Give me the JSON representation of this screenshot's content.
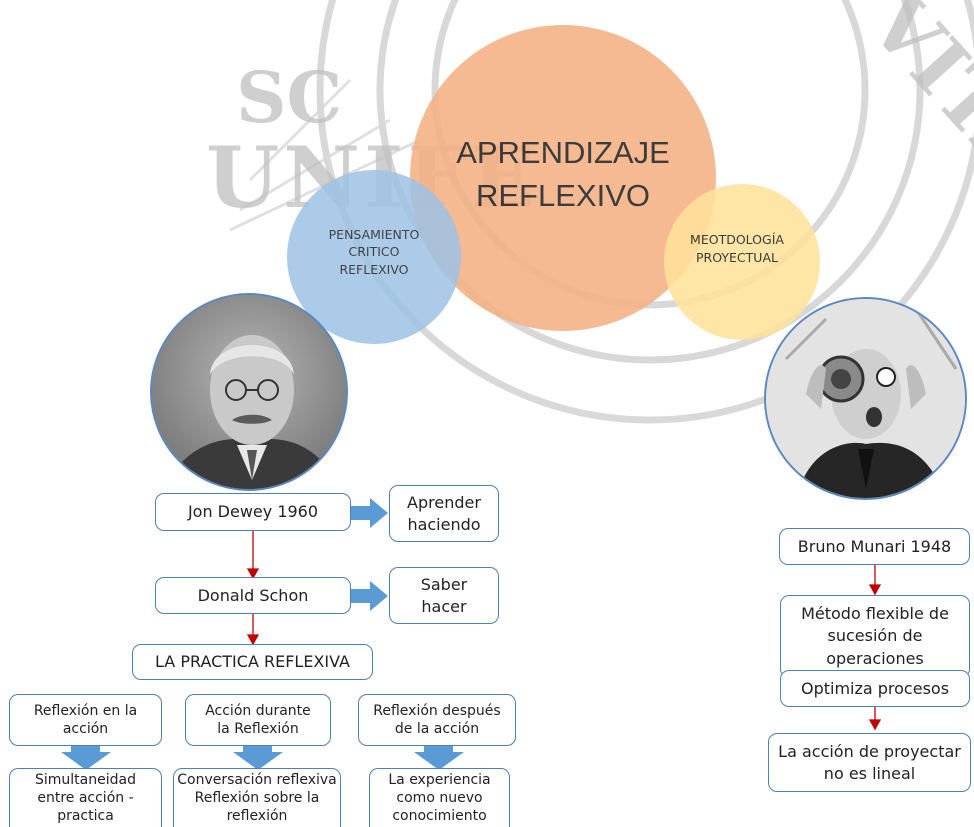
{
  "watermark": {
    "text_sc": "SC",
    "text_unife": "UNIFE",
    "text_arc": "VITA"
  },
  "title": {
    "line1": "APRENDIZAJE",
    "line2": "REFLEXIVO"
  },
  "left_topic": {
    "line1": "PENSAMIENTO",
    "line2": "CRITICO",
    "line3": "REFLEXIVO"
  },
  "right_topic": {
    "line1": "MEOTDOLOGÍA",
    "line2": "PROYECTUAL"
  },
  "left_flow": {
    "dewey": "Jon Dewey 1960",
    "dewey_result_line1": "Aprender",
    "dewey_result_line2": "haciendo",
    "schon": "Donald Schon",
    "schon_result_line1": "Saber",
    "schon_result_line2": "hacer",
    "practice": "LA PRACTICA REFLEXIVA"
  },
  "columns": [
    {
      "top_line1": "Reflexión en la",
      "top_line2": "acción",
      "bottom_line1": "Simultaneidad",
      "bottom_line2": "entre acción -",
      "bottom_line3": "practica"
    },
    {
      "top_line1": "Acción durante",
      "top_line2": "la Reflexión",
      "bottom_line1": "Conversación reflexiva",
      "bottom_line2": "Reflexión sobre la",
      "bottom_line3": "reflexión"
    },
    {
      "top_line1": "Reflexión después",
      "top_line2": "de la acción",
      "bottom_line1": "La experiencia",
      "bottom_line2": "como nuevo",
      "bottom_line3": "conocimiento"
    }
  ],
  "right_flow": {
    "munari": "Bruno Munari 1948",
    "method_line1": "Método flexible de",
    "method_line2": "sucesión de",
    "method_line3": "operaciones",
    "optimize": "Optimiza procesos",
    "action_line1": "La acción de proyectar",
    "action_line2": "no es lineal"
  },
  "colors": {
    "main_circle": "#f4b183",
    "left_circle": "#9dc3e6",
    "right_circle": "#ffe29a",
    "box_border": "#4f7fb5",
    "block_arrow": "#5b9bd5",
    "connector": "#c00000"
  }
}
